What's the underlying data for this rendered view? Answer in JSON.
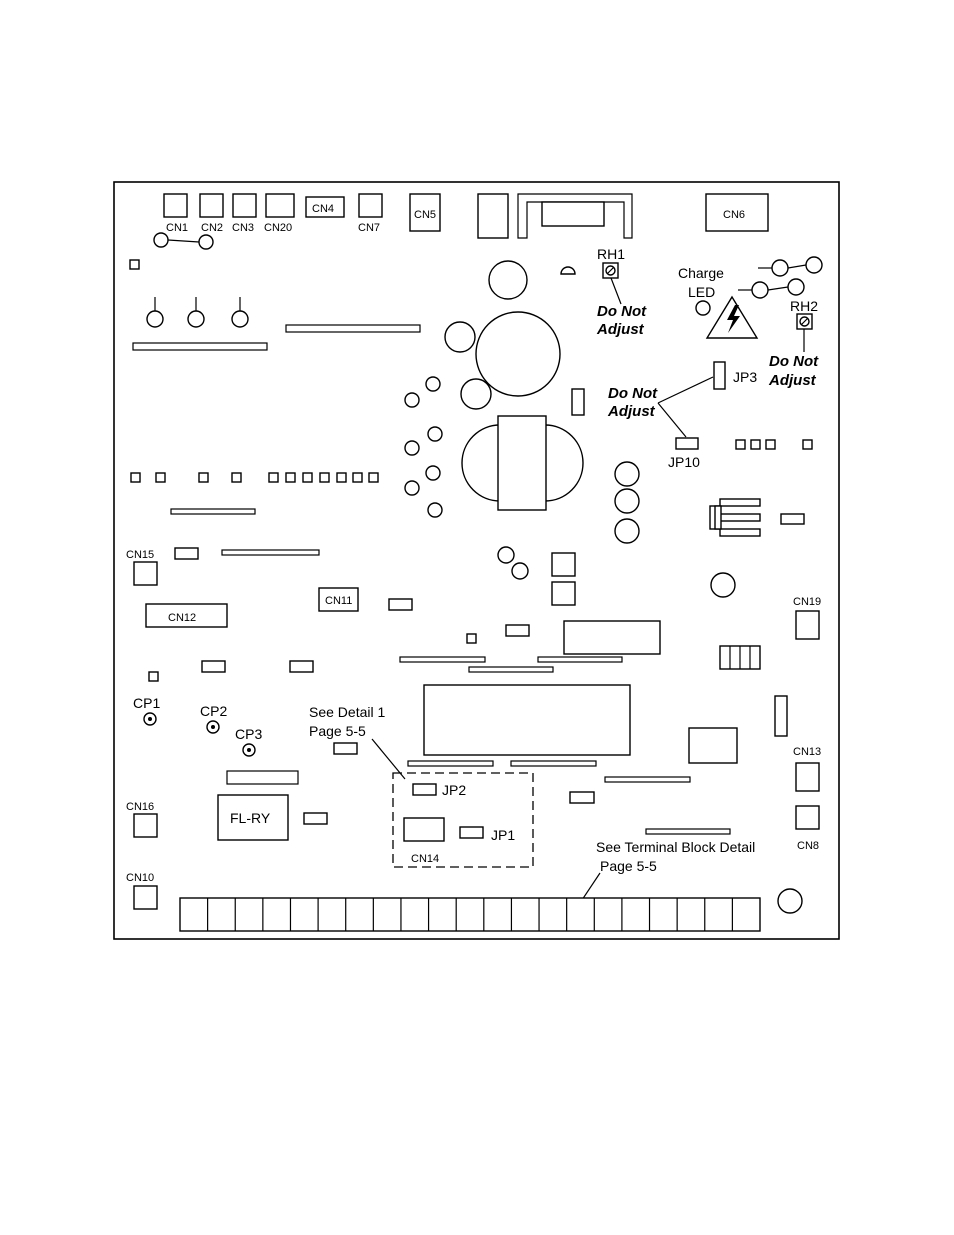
{
  "connectors": {
    "cn1": "CN1",
    "cn2": "CN2",
    "cn3": "CN3",
    "cn20": "CN20",
    "cn4": "CN4",
    "cn7": "CN7",
    "cn5": "CN5",
    "cn6": "CN6",
    "cn15": "CN15",
    "cn12": "CN12",
    "cn11": "CN11",
    "cn19": "CN19",
    "cn13": "CN13",
    "cn8": "CN8",
    "cn16": "CN16",
    "cn10": "CN10",
    "cn14": "CN14"
  },
  "adjusters": {
    "rh1": "RH1",
    "rh2": "RH2",
    "charge_led_line1": "Charge",
    "charge_led_line2": "LED"
  },
  "jumpers": {
    "jp1": "JP1",
    "jp2": "JP2",
    "jp3": "JP3",
    "jp10": "JP10"
  },
  "test_points": {
    "cp1": "CP1",
    "cp2": "CP2",
    "cp3": "CP3"
  },
  "relay": {
    "fl_ry": "FL-RY"
  },
  "warnings": {
    "rh1_line1": "Do Not",
    "rh1_line2": "Adjust",
    "rh2_line1": "Do Not",
    "rh2_line2": "Adjust",
    "jp_line1": "Do Not",
    "jp_line2": "Adjust"
  },
  "callouts": {
    "detail_line1": "See Detail 1",
    "detail_line2": "Page 5-5",
    "terminal_line1": "See Terminal  Block Detail",
    "terminal_line2": "Page 5-5"
  },
  "terminal_block": {
    "terminal_count": 21
  },
  "colors": {
    "ink": "#000000",
    "paper": "#ffffff"
  },
  "icons": {
    "warning": "high-voltage-warning-icon"
  }
}
